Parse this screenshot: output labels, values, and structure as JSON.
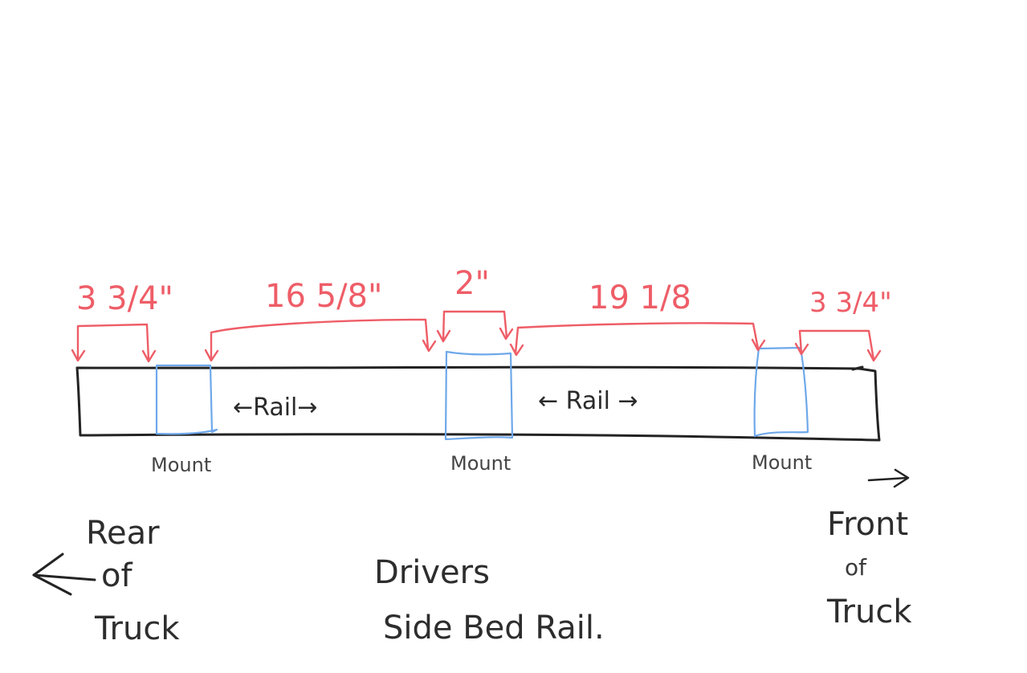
{
  "dimensions": {
    "rear_end": "3 3/4\"",
    "rear_span": "16 5/8\"",
    "middle_mount": "2\"",
    "front_span": "19 1/8",
    "front_end": "3 3/4\""
  },
  "mounts": [
    "Mount",
    "Mount",
    "Mount"
  ],
  "rail_labels": [
    "←Rail→",
    "← Rail →"
  ],
  "rear": {
    "line1": "Rear",
    "line2": "of",
    "line3": "Truck"
  },
  "front": {
    "line1": "Front",
    "line2": "of",
    "line3": "Truck"
  },
  "caption": {
    "line1": "Drivers",
    "line2": "Side Bed Rail."
  },
  "colors": {
    "ink": "#232323",
    "dimension": "#ee5d67",
    "mount": "#6ea8ea"
  },
  "icons": {
    "rear_direction": "arrow-left-icon",
    "front_direction": "arrow-right-icon"
  }
}
